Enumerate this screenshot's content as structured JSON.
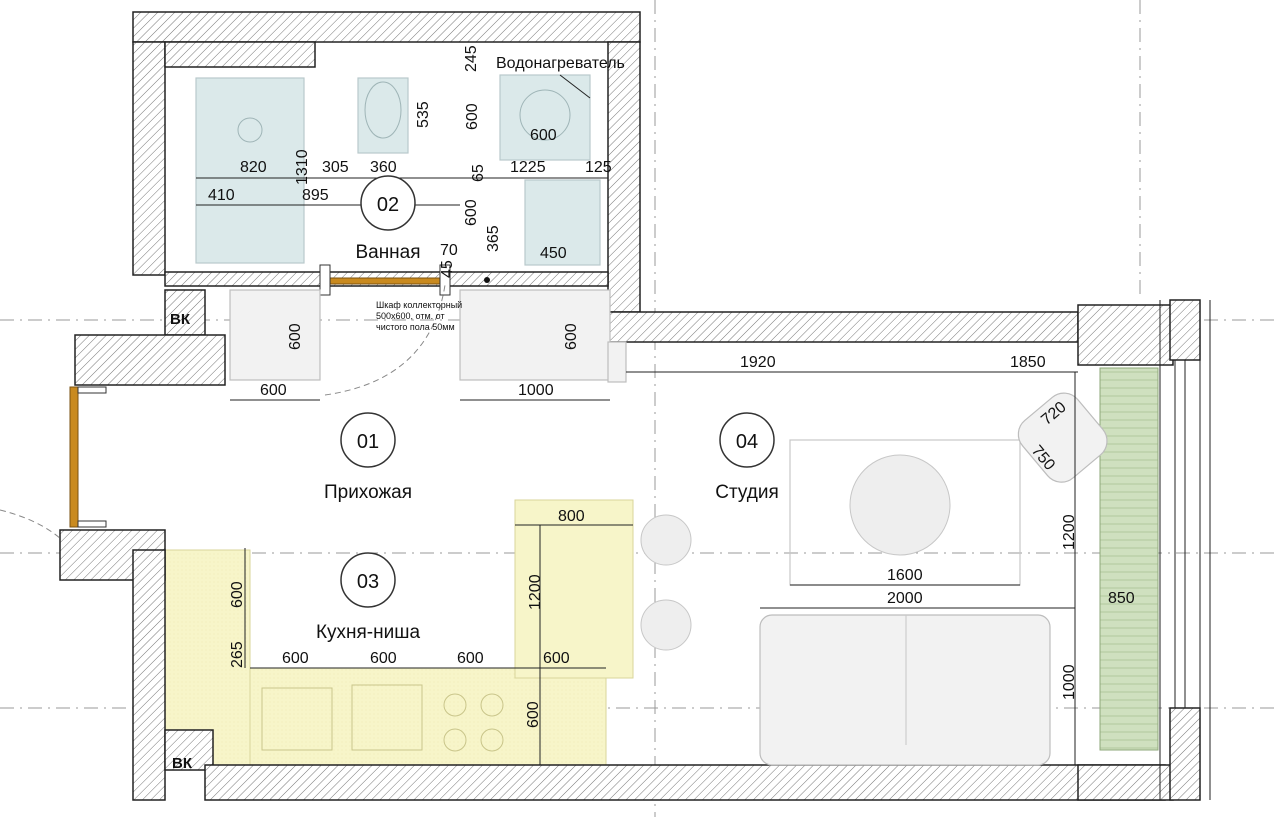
{
  "rooms": {
    "r01": {
      "num": "01",
      "name": "Прихожая"
    },
    "r02": {
      "num": "02",
      "name": "Ванная"
    },
    "r03": {
      "num": "03",
      "name": "Кухня-ниша"
    },
    "r04": {
      "num": "04",
      "name": "Студия"
    }
  },
  "labels": {
    "water_heater": "Водонагреватель",
    "vk": "ВК",
    "collector_cabinet": [
      "Шкаф коллекторный",
      "500x600, отм. от",
      "чистого пола 50мм"
    ]
  },
  "dims": {
    "d245": "245",
    "d535": "535",
    "d600_toilet": "600",
    "d600_heater": "600",
    "d820": "820",
    "d1310": "1310",
    "d305": "305",
    "d360": "360",
    "d65": "65",
    "d1225": "1225",
    "d125": "125",
    "d410": "410",
    "d895": "895",
    "d600_bath2": "600",
    "d70": "70",
    "d365": "365",
    "d45": "45",
    "d450": "450",
    "d600_hall_v": "600",
    "d600_hall_h": "600",
    "d600_wardrobe_v": "600",
    "d1000_wardrobe": "1000",
    "d1920": "1920",
    "d1850": "1850",
    "d720": "720",
    "d750": "750",
    "d800": "800",
    "d1200_island": "1200",
    "d1200_studio": "1200",
    "d1600": "1600",
    "d2000": "2000",
    "d850": "850",
    "d1000_sofa": "1000",
    "d600_k_v": "600",
    "d265": "265",
    "d600_k1": "600",
    "d600_k2": "600",
    "d600_k3": "600",
    "d600_k4": "600",
    "d600_k_depth": "600"
  },
  "colors": {
    "kitchen_fill": "#f7f5c9",
    "bathroom_fill": "#dbe9ea",
    "furniture_fill": "#f2f2f2",
    "door_frame": "#c98a1f",
    "balcony_fill": "#cfe0bf"
  }
}
